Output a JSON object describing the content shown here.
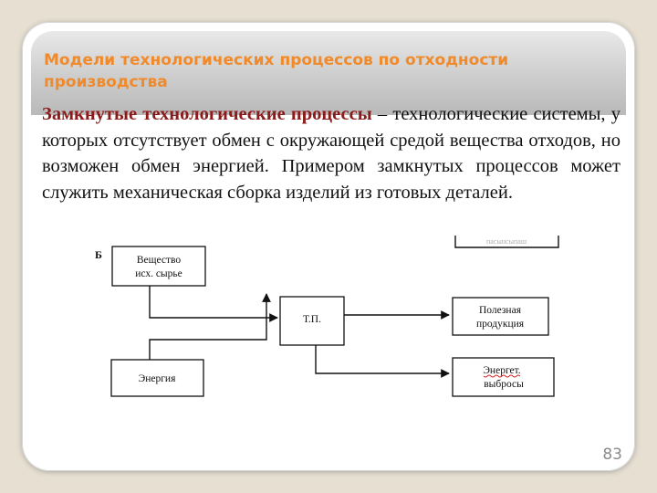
{
  "slide": {
    "title": "Модели технологических процессов по отходности производства",
    "paragraph_term": "Замкнутые технологические процессы",
    "paragraph_rest": " – технологические системы, у которых отсутствует обмен с окружающей средой вещества отходов, но возможен обмен энергией. Примером замкнутых процессов может служить механическая сборка изделий из готовых деталей.",
    "page_number": "83"
  },
  "diagram": {
    "panel_letter": "Б",
    "inputs": {
      "material_line1": "Вещество",
      "material_line2": "исх. сырье",
      "energy": "Энергия"
    },
    "process": "Т.П.",
    "outputs": {
      "product_line1": "Полезная",
      "product_line2": "продукция",
      "emission_line1": "Энергет.",
      "emission_line2": "выбросы"
    },
    "partial_top_box_text": "пасынсыпаш"
  },
  "colors": {
    "title": "#f08a2a",
    "term": "#8b1a1a",
    "spellcheck_underline": "#cc2222"
  }
}
